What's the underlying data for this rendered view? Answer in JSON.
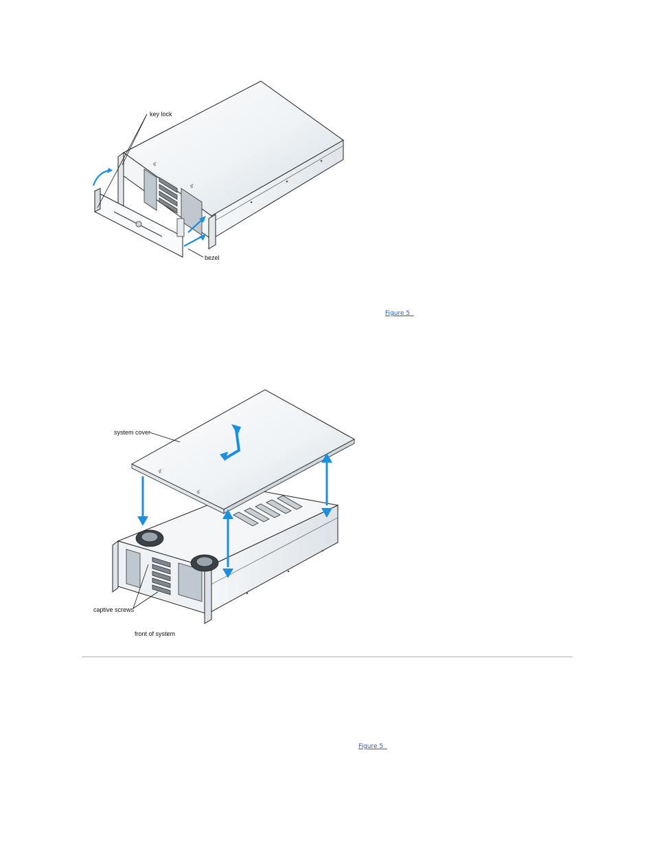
{
  "figure1": {
    "callouts": {
      "key_lock": "key lock",
      "bezel": "bezel"
    },
    "arrow_color": "#1b8fe0"
  },
  "figure2": {
    "callouts": {
      "system_cover": "system cover",
      "captive_screws": "captive screws",
      "front_of_system": "front of system"
    },
    "arrow_color": "#1b8fe0"
  },
  "links": {
    "figure_link_1": "Figure 5  ",
    "figure_link_2": "Figure 5  "
  },
  "colors": {
    "link": "#1a5fd0",
    "divider": "#b7b7b7",
    "arrow": "#1b8fe0"
  }
}
